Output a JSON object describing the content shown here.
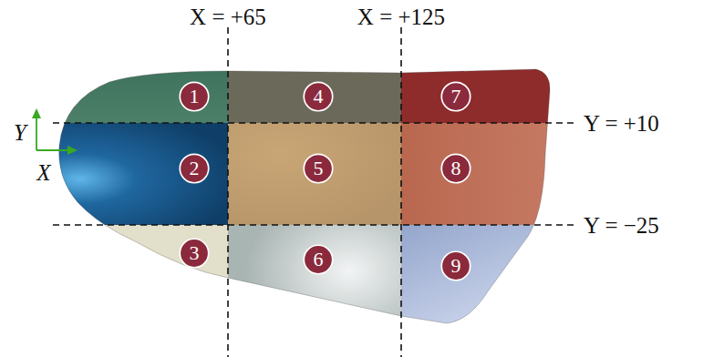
{
  "diagram": {
    "nodes": [
      {
        "text": [
          "1"
        ]
      },
      {
        "text": [
          "2"
        ]
      },
      {
        "text": [
          "3"
        ]
      },
      {
        "text": [
          "4"
        ]
      },
      {
        "text": [
          "5"
        ]
      },
      {
        "text": [
          "6"
        ]
      },
      {
        "text": [
          "7"
        ]
      },
      {
        "text": [
          "8"
        ]
      },
      {
        "text": [
          "9"
        ]
      }
    ],
    "labels": [
      "X = +65",
      "X = +125",
      "Y = +10",
      "Y = −25",
      "Y",
      "X"
    ]
  }
}
